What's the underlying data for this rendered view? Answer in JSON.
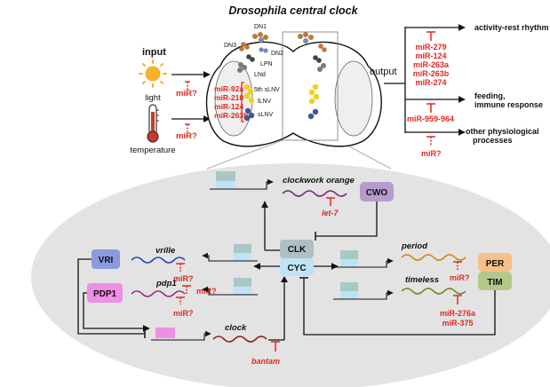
{
  "title": "Drosophila central clock",
  "input": {
    "label": "input",
    "light_label": "light",
    "temperature_label": "temperature",
    "light_mir": "miR?",
    "temp_mir": "miR?"
  },
  "brain": {
    "neurons": {
      "dn1": "DN1",
      "dn2": "DN2",
      "dn3": "DN3",
      "lpn": "LPN",
      "lnd": "LNd",
      "fifth_slnv": "5th sLNV",
      "llnv": "lLNV",
      "slnv": "sLNV"
    },
    "mirnas": [
      "miR-92a",
      "miR-210",
      "miR-124",
      "miR-263b"
    ]
  },
  "output": {
    "label": "output",
    "activity_label": "activity-rest rhythm",
    "activity_mirnas": [
      "miR-279",
      "miR-124",
      "miR-263a",
      "miR-263b",
      "miR-274"
    ],
    "feeding_label_1": "feeding,",
    "feeding_label_2": "immune response",
    "feeding_mirna": "miR-959-964",
    "other_label_1": "other physiological",
    "other_label_2": "processes",
    "other_mir": "miR?"
  },
  "network": {
    "clk": "CLK",
    "cyc": "CYC",
    "cwo": "CWO",
    "vri": "VRI",
    "pdp1": "PDP1",
    "per": "PER",
    "tim": "TIM",
    "genes": {
      "cwo": "clockwork orange",
      "vri": "vrille",
      "pdp1": "pdp1",
      "clock": "clock",
      "per": "period",
      "tim": "timeless"
    },
    "mirnas": {
      "let7": "let-7",
      "vri": "miR?",
      "pdp1_a": "miR?",
      "pdp1_b": "miR?",
      "bantam": "bantam",
      "per": "miR?",
      "tim_1": "miR-276a",
      "tim_2": "miR-375"
    }
  },
  "colors": {
    "mirna_red": "#e0291f",
    "clk_box": "#aec0c4",
    "cyc_box": "#bfe3f5",
    "cwo_box": "#b69bcc",
    "vri_box": "#8a9bdc",
    "pdp1_box": "#ee8ee4",
    "per_box": "#f6c08a",
    "tim_box": "#b5c78b",
    "ellipse": "#e3e3e3"
  }
}
